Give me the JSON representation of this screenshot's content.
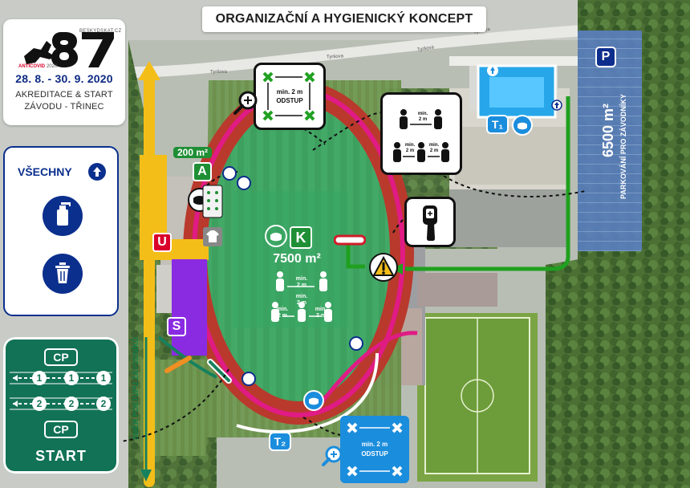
{
  "title": "ORGANIZAČNÍ A HYGIENICKÝ KONCEPT",
  "logo": {
    "site": "BESKYDSKAT.CZ",
    "number": "87",
    "anticovid": "ANTICOVID",
    "year": "2020",
    "dates": "28. 8. - 30. 9. 2020",
    "subtitle_line1": "AKREDITACE & START",
    "subtitle_line2": "ZÁVODU - TŘINEC"
  },
  "legend": {
    "title": "VŠECHNY",
    "icons": [
      "arrow-up-icon",
      "hand-sanitizer-icon",
      "trash-bin-icon"
    ]
  },
  "map_labels": {
    "area_a": "200 m²",
    "label_a": "A",
    "label_u": "U",
    "label_s": "S",
    "label_k": "K",
    "field_area": "7500 m²",
    "label_t1": "T₁",
    "label_t2": "T₂",
    "parking_label": "P",
    "parking_area": "6500 m²",
    "parking_note": "PARKOVÁNÍ PRO ZÁVODNÍKY",
    "route_text": "SMĚR POSTUPU ZÁVODNÍKŮ"
  },
  "streets": {
    "left": "Tyršova",
    "middle": "Tyršova",
    "upper_right": "Tyršova",
    "right": "Tyršova"
  },
  "distance_sign": {
    "min": "min. 2 m",
    "odstup": "ODSTUP"
  },
  "person_sign": {
    "min": "min.",
    "two_m": "2 m"
  },
  "cp": {
    "top_label": "CP",
    "bottom_label": "CP",
    "start": "START",
    "lane1": "1",
    "lane2": "2"
  },
  "colors": {
    "accent_green": "#1f8f35",
    "primary_blue": "#0b2f8d",
    "sign_blue": "#1b8ddd",
    "track_pink": "#e01b84",
    "yellow_route": "#f4be19",
    "purple_zone": "#8a2be2",
    "teal_cp": "#127255"
  }
}
